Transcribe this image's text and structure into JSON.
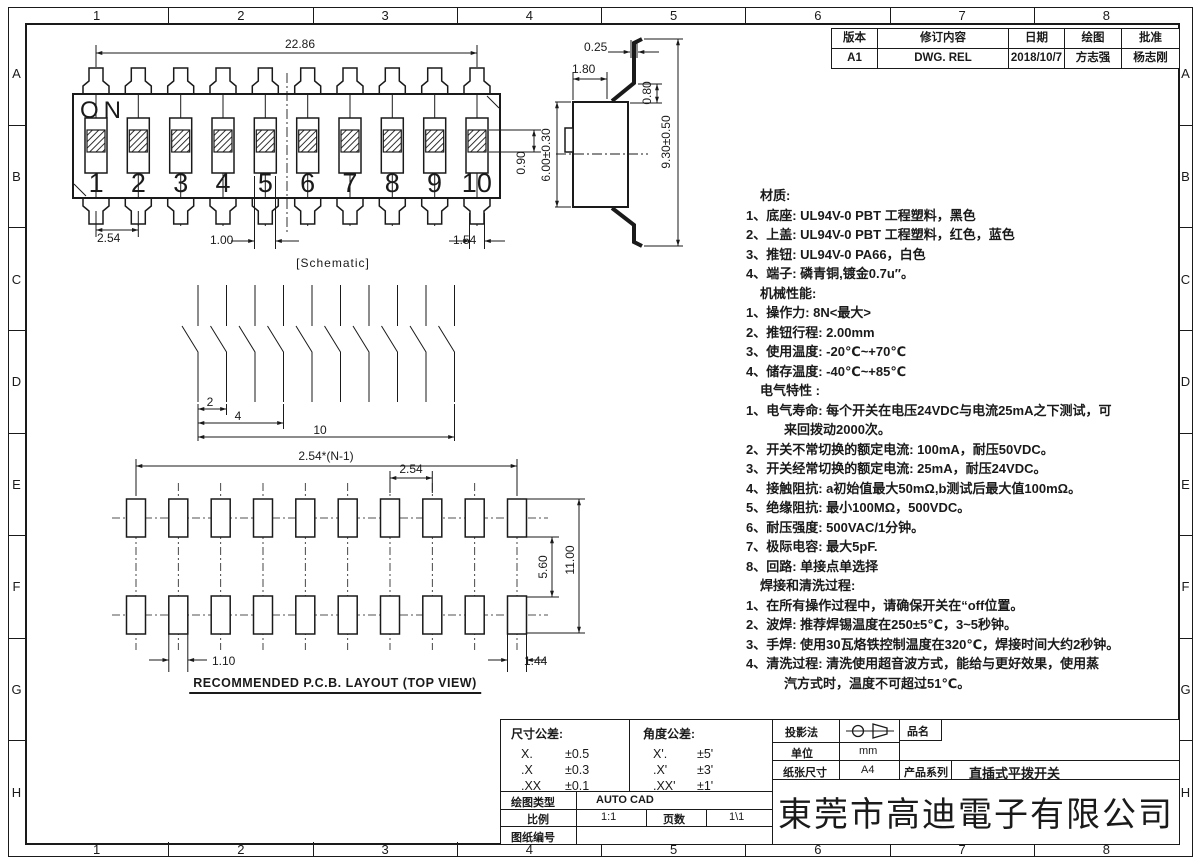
{
  "frame": {
    "cols": [
      "1",
      "2",
      "3",
      "4",
      "5",
      "6",
      "7",
      "8"
    ],
    "rows": [
      "A",
      "B",
      "C",
      "D",
      "E",
      "F",
      "G",
      "H"
    ]
  },
  "revision": {
    "headers": [
      "版本",
      "修订内容",
      "日期",
      "绘图",
      "批准"
    ],
    "row": {
      "version": "A1",
      "content": "DWG. REL",
      "date": "2018/10/7",
      "drawn": "方志强",
      "approved": "杨志刚"
    }
  },
  "top_view": {
    "on_label": "ON",
    "positions": [
      "1",
      "2",
      "3",
      "4",
      "5",
      "6",
      "7",
      "8",
      "9",
      "10"
    ],
    "dims": {
      "overall": "22.86",
      "pitch": "2.54",
      "slot": "1.00",
      "pin": "1.54",
      "travel": "0.90"
    }
  },
  "side_view": {
    "dims": {
      "lead_thickness": "0.25",
      "top_width": "1.80",
      "shoulder": "0.80",
      "height_total": "9.30±0.50",
      "height_body": "6.00±0.30"
    }
  },
  "schematic": {
    "caption": "[Schematic]",
    "dims": {
      "a": "2",
      "b": "4",
      "c": "10"
    }
  },
  "pcb": {
    "caption": "RECOMMENDED P.C.B. LAYOUT (TOP VIEW)",
    "dims": {
      "overall": "2.54*(N-1)",
      "pitch": "2.54",
      "pad_w": "1.10",
      "pad_w_end": "1.44",
      "gap": "5.60",
      "height": "11.00"
    }
  },
  "specs": {
    "lines": [
      {
        "c": "head",
        "t": "材质:"
      },
      {
        "c": "item",
        "t": "1、底座: UL94V-0 PBT 工程塑料，黑色"
      },
      {
        "c": "item",
        "t": "2、上盖: UL94V-0 PBT 工程塑料，红色，蓝色"
      },
      {
        "c": "item",
        "t": "3、推钮: UL94V-0 PA66，白色"
      },
      {
        "c": "item",
        "t": "4、端子: 磷青铜,镀金0.7u″。"
      },
      {
        "c": "head",
        "t": "机械性能:"
      },
      {
        "c": "item",
        "t": "1、操作力: 8N<最大>"
      },
      {
        "c": "item",
        "t": "2、推钮行程: 2.00mm"
      },
      {
        "c": "item",
        "t": "3、使用温度: -20℃~+70℃"
      },
      {
        "c": "item",
        "t": "4、储存温度: -40℃~+85℃"
      },
      {
        "c": "head",
        "t": "电气特性 :"
      },
      {
        "c": "item",
        "t": "1、电气寿命: 每个开关在电压24VDC与电流25mA之下测试，可"
      },
      {
        "c": "cont",
        "t": "来回拨动2000次。"
      },
      {
        "c": "item",
        "t": "2、开关不常切换的额定电流: 100mA，耐压50VDC。"
      },
      {
        "c": "item",
        "t": "3、开关经常切换的额定电流: 25mA，耐压24VDC。"
      },
      {
        "c": "item",
        "t": "4、接触阻抗: a初始值最大50mΩ,b测试后最大值100mΩ。"
      },
      {
        "c": "item",
        "t": "5、绝缘阻抗: 最小100MΩ，500VDC。"
      },
      {
        "c": "item",
        "t": "6、耐压强度: 500VAC/1分钟。"
      },
      {
        "c": "item",
        "t": "7、极际电容: 最大5pF."
      },
      {
        "c": "item",
        "t": "8、回路: 单接点单选择"
      },
      {
        "c": "head",
        "t": "焊接和清洗过程:"
      },
      {
        "c": "item",
        "t": "1、在所有操作过程中，请确保开关在“off位置。"
      },
      {
        "c": "item",
        "t": "2、波焊: 推荐焊锡温度在250±5℃，3~5秒钟。"
      },
      {
        "c": "item",
        "t": "3、手焊: 使用30瓦烙铁控制温度在320℃，焊接时间大约2秒钟。"
      },
      {
        "c": "item",
        "t": "4、清洗过程: 清洗使用超音波方式，能给与更好效果，使用蒸"
      },
      {
        "c": "cont",
        "t": "汽方式时，温度不可超过51℃。"
      }
    ]
  },
  "tolerances": {
    "dim_title": "尺寸公差:",
    "dim_rows": [
      [
        "X.",
        "±0.5"
      ],
      [
        ".X",
        "±0.3"
      ],
      [
        ".XX",
        "±0.1"
      ]
    ],
    "ang_title": "角度公差:",
    "ang_rows": [
      [
        "X'.",
        "±5'"
      ],
      [
        ".X'",
        "±3'"
      ],
      [
        ".XX'",
        "±1'"
      ]
    ]
  },
  "title_block": {
    "projection_label": "投影法",
    "unit_label": "单位",
    "unit_value": "mm",
    "paper_label": "纸张尺寸",
    "paper_value": "A4",
    "product_name_label": "品名",
    "series_label": "产品系列",
    "series_value": "直插式平拨开关",
    "draw_type_label": "绘图类型",
    "draw_type_value": "AUTO CAD",
    "scale_label": "比例",
    "scale_value": "1:1",
    "pages_label": "页数",
    "pages_value": "1\\1",
    "dwg_no_label": "图纸编号",
    "company": "東莞市高迪電子有限公司"
  }
}
